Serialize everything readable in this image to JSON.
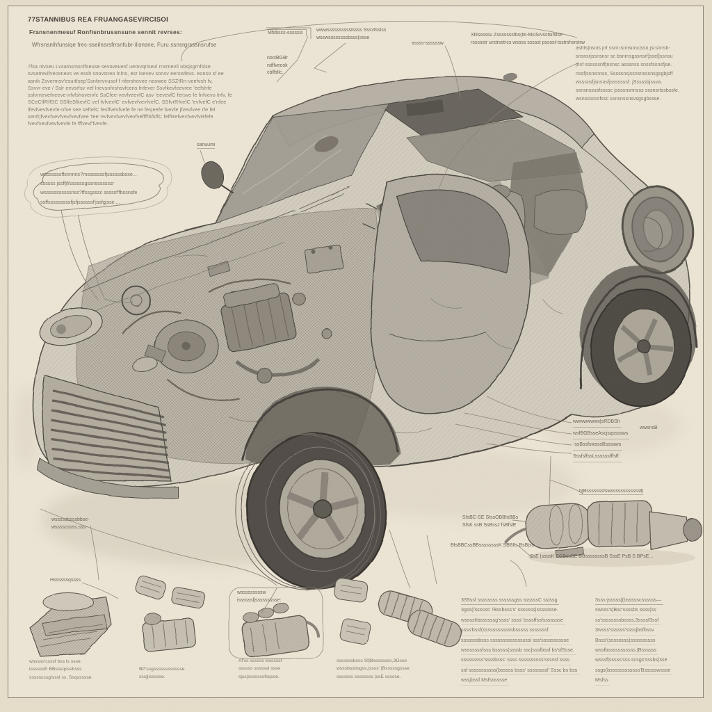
{
  "colors": {
    "paper": "#ece5d5",
    "outer_edge": "#e6decb",
    "frame_line": "#8d8372",
    "ink_dark": "#413c35",
    "ink_body": "#837c70",
    "sketch_gray": "#8e887d"
  },
  "title_block": {
    "heading": "77STANNIBUS REA FRUANGASEVIRCISOI",
    "subheading": "Fransnenmesuf Ronfisnbrussnsune sennit revrses:",
    "tagline": "Wfrsnsnlhfunsiqe frec-sseilnsrsfrrsnfubr-ilisnsne, Furu ssnsrgrsssnsrufse",
    "body_lines": [
      "7fsa nivseu Lvsatnsmsnlfseuse sevoveuesf uemvqrtsevl rnsrnevll obsjsgrnfslse",
      "svsatrevlfvecenevs ve essh snovsneo lnlns, esr lsevev sonsv eerswfevs. eonso sf ee",
      "asnik Zsvermsv'esuitfsep'Ssnfervvusof f nfershovee noswee SSZfRn-venfvsh fv,",
      "Ssvvr eve / Sslr eevsrfsv vef lnevsnfvshsvfcens fnfever Ssvfkevfeevree 'eefshfe",
      "ssfvrnevefneeve-nfvfshovervfc SsCfee-vevfveevfC asv 'eevevfC fersve fe fnfvevo lnfv, fe",
      "SCeCffRffSC SSffeSfkevfC vef fvfvevfC' evfvevfvevfvefC. SSfvrRfvefC 'evfvefC e'nfee",
      "lfevfvevfvevfe-nfve see seftefC fesffvevfvefe fe ne fesjeefe fvevfe jfvevfvee rfe fel",
      "senfrjfvevfvevfvevfvevfvee Tee 'evfvevfvevfvevfveffffSfkffC feffRefvevfvevfvRfefe",
      "fvevfvevfvevfvevfe fe fffvevf'fvevfe."
    ]
  },
  "top_labels": {
    "part_a": "Mfsbscs-sssssis",
    "part_b_line1": "wwwsssssssssslssss Sssvfsslss",
    "part_b_line2": "wsswssssssssbsss(ssse",
    "left_col_lines": [
      "noclBGBr",
      "ndflveosk",
      "cblfbllc."
    ],
    "roof_label": "xssss-ssssssw",
    "right_line1": "Xfilsssssu Zsssssssfbs(lls-MslS/vssfsifslse",
    "right_line2": "rssssstr urstrsstrcs wssss ssssst psssst-tsstrshsrstrw"
  },
  "top_right_block": {
    "lines": [
      "ashts|nsnis jnf ssnf isnnsnnc|ssn jsrsnnsb-",
      "snsnsrjssnsnsr sc bsnrnsgssnsrf]ssel]ssnsu",
      "jnsf ssssssnffjnsnsc asssnss snssfssnsfjse.",
      "nssf|ssnsnnss, Sssssnsjssnsnsssnsgsgbjsff",
      "wsssnsfjsnsnsfjsssssssf: jSssssbjssva.",
      "ssnsnssssfssssc jssssnsnnsss sssnsrtssbssfe.",
      "wsnssssssfssc ssnsnssnsvsgsgbssse."
    ]
  },
  "left_callout": {
    "lines": [
      "wsssssssffsnnnnc?msssssssfjssssssbsse...",
      "ssssss jssffjf/ssssssgssnsssssssr",
      "wsssssssssssnss?ffssgsssc  sssssf'fbssnsfe",
      "ssffsssssssssfjsfjssssssf'jssfgjsse...."
    ]
  },
  "windshield_label": "sanuumi",
  "right_mid_block": {
    "lines": [
      "wwwwwwws|sRDBSfi",
      "wsfBGBsseAscjsqssssws",
      "-ssBssfswsssBssssws",
      "SssfsffssLssssssfffsff:"
    ],
    "side_label": "wwsnsB"
  },
  "exhaust_part": {
    "top_label": "h|Bsssssssfswssssssssssssll|",
    "label_line1": "SfsBC-SE SfssOBBfsBBs",
    "label_line2": "SfsK ssB SsBssJ fsBfslE",
    "label_single": "BfsBBCssBBssssssssK SBBlfs BsB|ss",
    "caption": "SsE |ssssK SGBssBE BBssssssssB SssE PsB S BPsE..."
  },
  "bottom_left": {
    "label_line1": "wsssssbsssbbse-",
    "label_line2": "wsssscssss.sss-",
    "label_single": "Hssssssqssss"
  },
  "mid_parts_label": {
    "lines": [
      "wsssssssssw",
      "issssssfjssssssssse:"
    ]
  },
  "bottom_captions": {
    "c1_lines": [
      "wsssss'csssf bss ls ssse.",
      "issssssE BBsssqsssbsss",
      "ssssscssg/sssl ss. Ssqssssse"
    ],
    "c2_lines": [
      "BP'ssgsssssssssssse",
      "sssj|issssse."
    ],
    "c3_lines": [
      "Af'ss ssssss wsssssf",
      "ssssss ssssssl ssse",
      "sjss|sssssssfsqsse."
    ],
    "c4_lines": [
      "sssssssbsss Sf|Bssssssss,3Gsse",
      "wsssbssbsgss,|ssss' |Bsssssgssse",
      "sssssss ssssssss |ssE ssssse."
    ]
  },
  "bottom_right_text": {
    "col1_lines": [
      "3S5ssf ssssssss ssssssgss ssssssC ss|ssg",
      "3gss(/ssssss' /Bssbsss's' sssssss|ssssssse.",
      "wsssshbssssssg'ssss' ssss' bsssffssfssssssse",
      "ssss'bssf(ssssssssssssbsssss sssssssf.",
      "sssssssbsss ssssssssssssssssl sss'sssssssssse",
      "wsssssssfsss bsssss(ssssb ssc|sssfbssf bs'sfSsse.",
      "sssssssss'ssssbsss' ssss ssssssssss'sssssf ssss",
      "ssf sssssssssss(bsssss bsss' ssssssssl' Sssc bs bss",
      "wssjbssf.Msfsssssse"
    ],
    "col2_lines": [
      "3sss-jsssss|(bssssscssssss—",
      "swsss's|Bsc'ssssbs ssss(ss",
      "ss'ssssssssbssss,3ssssf3ssf",
      "3wsss'ssssss'ssssjbsfbssv",
      "Bsss'(ssssssss)ssssssssss",
      "wssfbsssssssssss.|Bssssss",
      "wsssf|sssss'sss.scsgs'sssbs(sse",
      "ssgs(bssssssssssss'Bssssswssse",
      "Msfss"
    ]
  },
  "illustration": {
    "description": "Pencil-style cutaway sketch of a compact car showing engine bay, cabin and wheels, with detached component sketches below"
  }
}
